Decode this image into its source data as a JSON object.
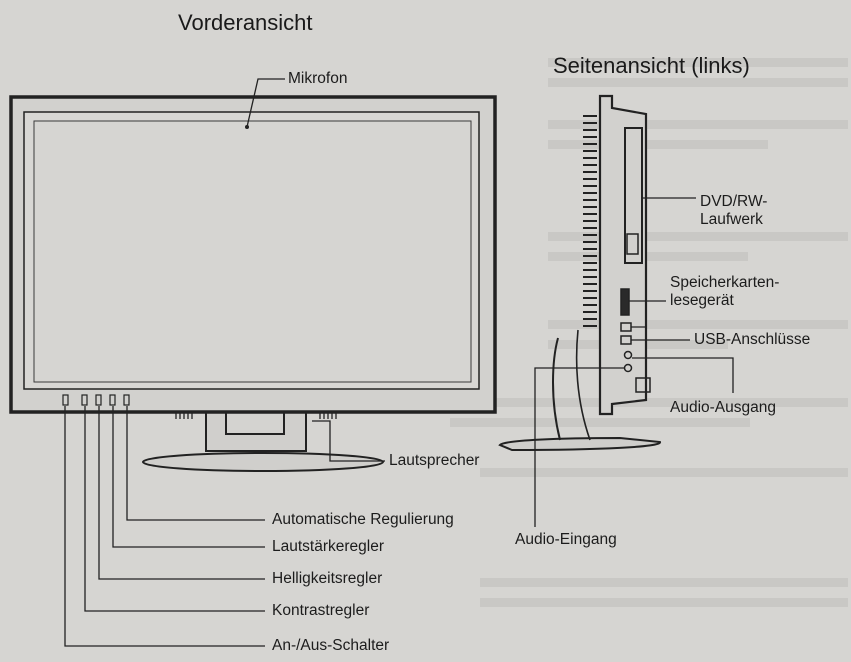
{
  "front": {
    "heading": "Vorderansicht",
    "labels": {
      "mic": "Mikrofon",
      "speaker": "Lautsprecher",
      "auto_adjust": "Automatische Regulierung",
      "volume": "Lautstärkeregler",
      "brightness": "Helligkeitsregler",
      "contrast": "Kontrastregler",
      "power": "An-/Aus-Schalter"
    }
  },
  "side": {
    "heading": "Seitenansicht (links)",
    "labels": {
      "dvd_line1": "DVD/RW-",
      "dvd_line2": "Laufwerk",
      "card_line1": "Speicherkarten-",
      "card_line2": "lesegerät",
      "usb": "USB-Anschlüsse",
      "audio_out": "Audio-Ausgang",
      "audio_in": "Audio-Eingang"
    }
  }
}
